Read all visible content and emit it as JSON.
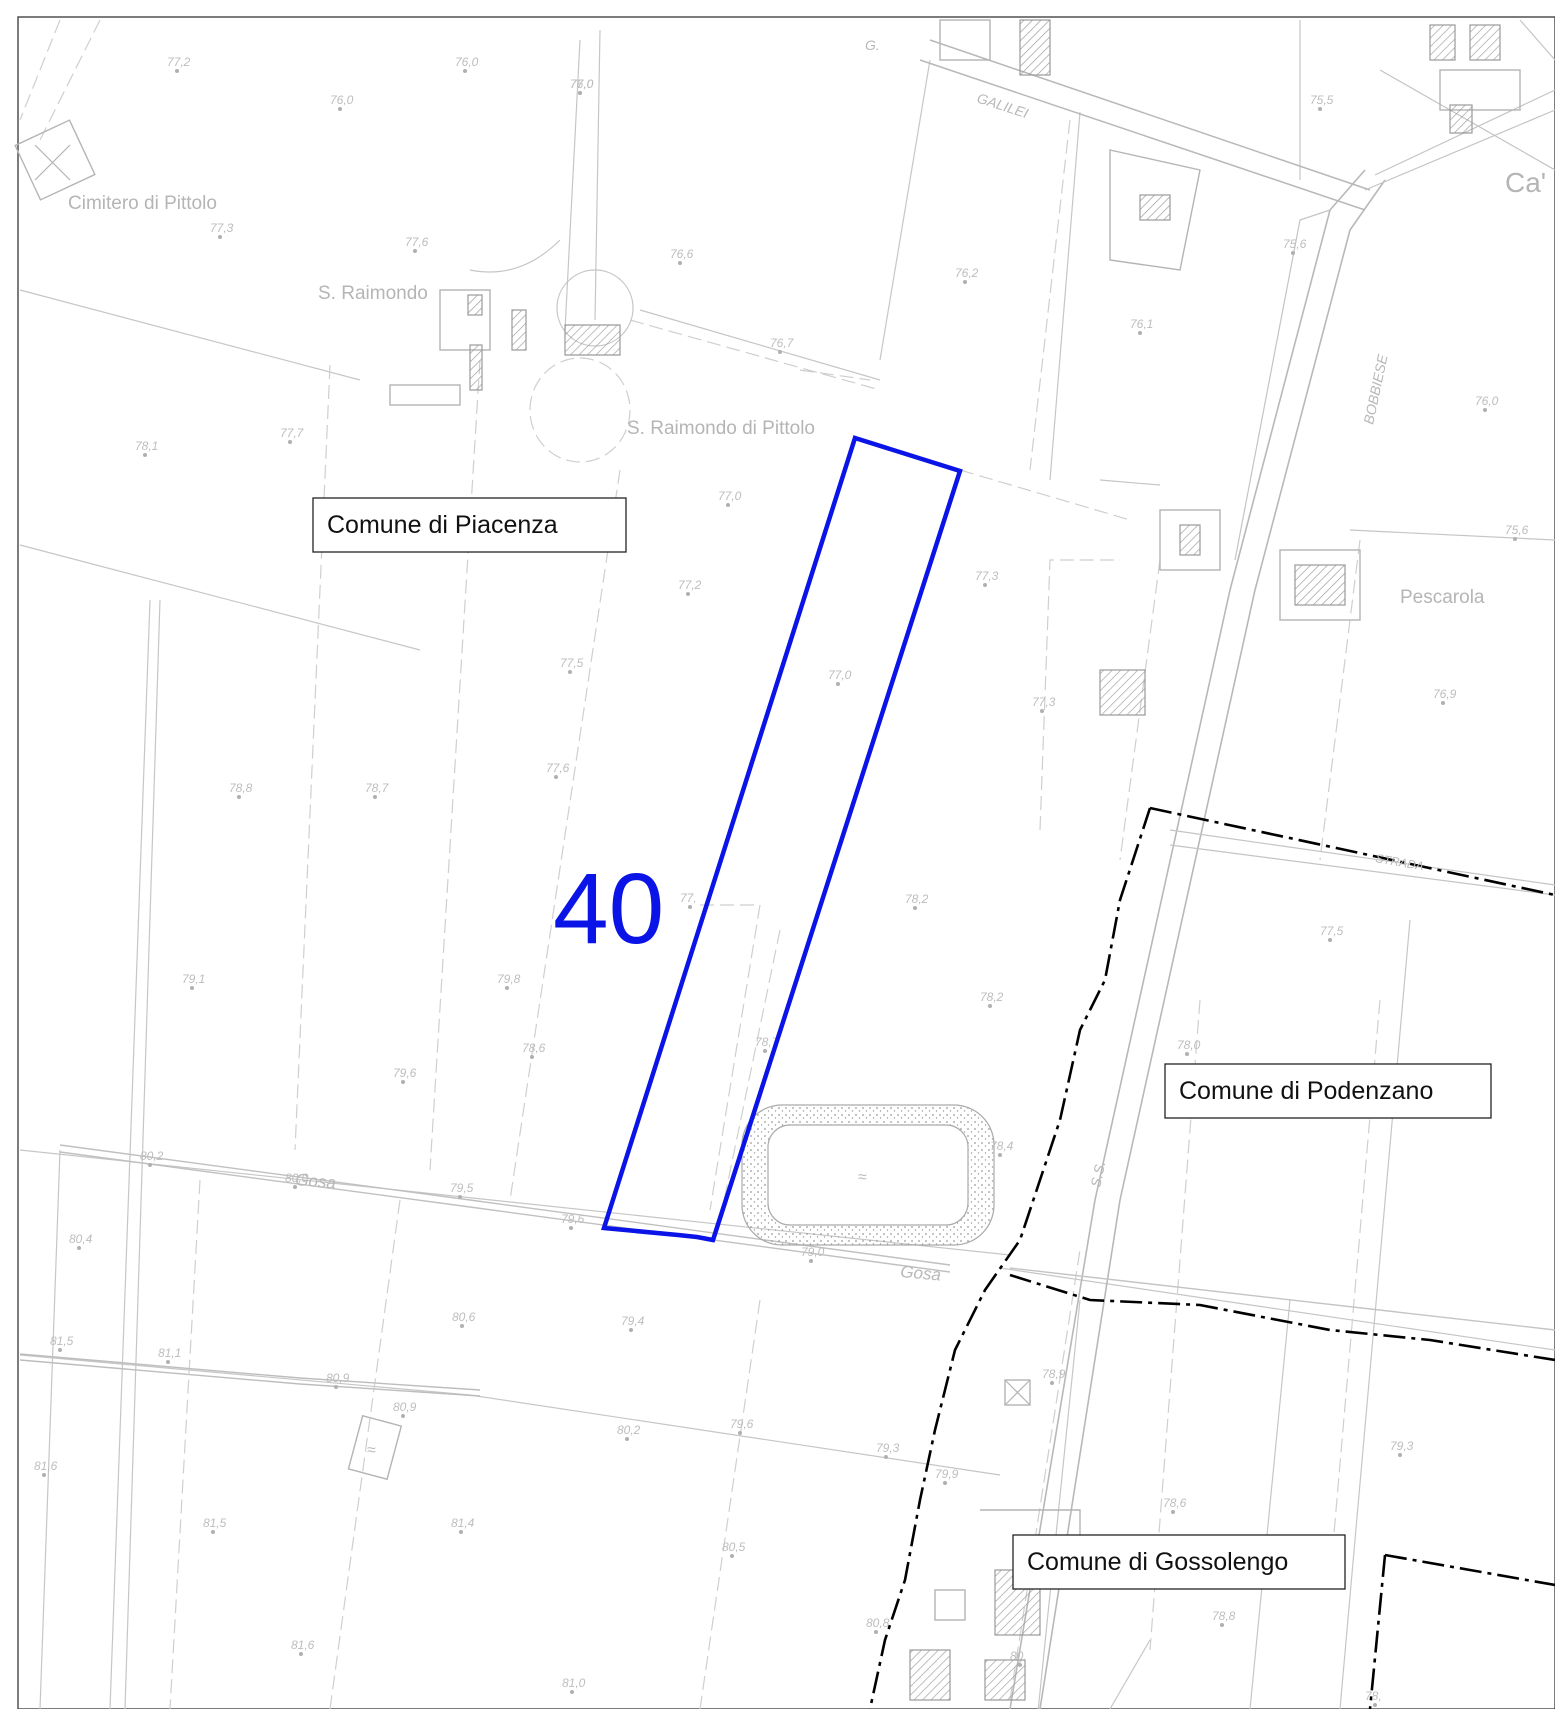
{
  "map": {
    "parcel_number": "40",
    "parcel_color": "#0a14e6",
    "boundary_color": "#000000",
    "municipalities": [
      {
        "label": "Comune di Piacenza"
      },
      {
        "label": "Comune di Podenzano"
      },
      {
        "label": "Comune di Gossolengo"
      }
    ],
    "place_names": [
      "Cimitero di Pittolo",
      "S. Raimondo",
      "S. Raimondo di Pittolo",
      "Pescarola",
      "Ca'"
    ],
    "road_names": [
      "GALILEI",
      "BOBBIESE",
      "Gosa",
      "Gosa",
      "S.S.",
      "G.",
      "STRADA"
    ],
    "spot_heights": [
      "77,2",
      "76,0",
      "77,0",
      "76,0",
      "76,0",
      "75,5",
      "77,3",
      "77,6",
      "76,6",
      "76,2",
      "75,6",
      "76,7",
      "76,1",
      "78,1",
      "77,7",
      "77,0",
      "76,0",
      "77,2",
      "77,3",
      "75,6",
      "77,5",
      "77,0",
      "77,3",
      "76,9",
      "77,6",
      "78,8",
      "78,7",
      "78,2",
      "77,5",
      "78,7",
      "79,1",
      "79,8",
      "77,",
      "78,2",
      "78,6",
      "79,6",
      "78,0",
      "80,2",
      "80,0",
      "79,5",
      "79,6",
      "78,4",
      "80,4",
      "79,0",
      "80,6",
      "79,4",
      "81,5",
      "81,1",
      "80,9",
      "80,9",
      "80,2",
      "79,6",
      "79,3",
      "81,6",
      "78,9",
      "79,9",
      "81,5",
      "81,4",
      "80,5",
      "78,6",
      "81,6",
      "81,0",
      "80,8",
      "78,8",
      "79,3",
      "80,",
      "78,"
    ]
  }
}
